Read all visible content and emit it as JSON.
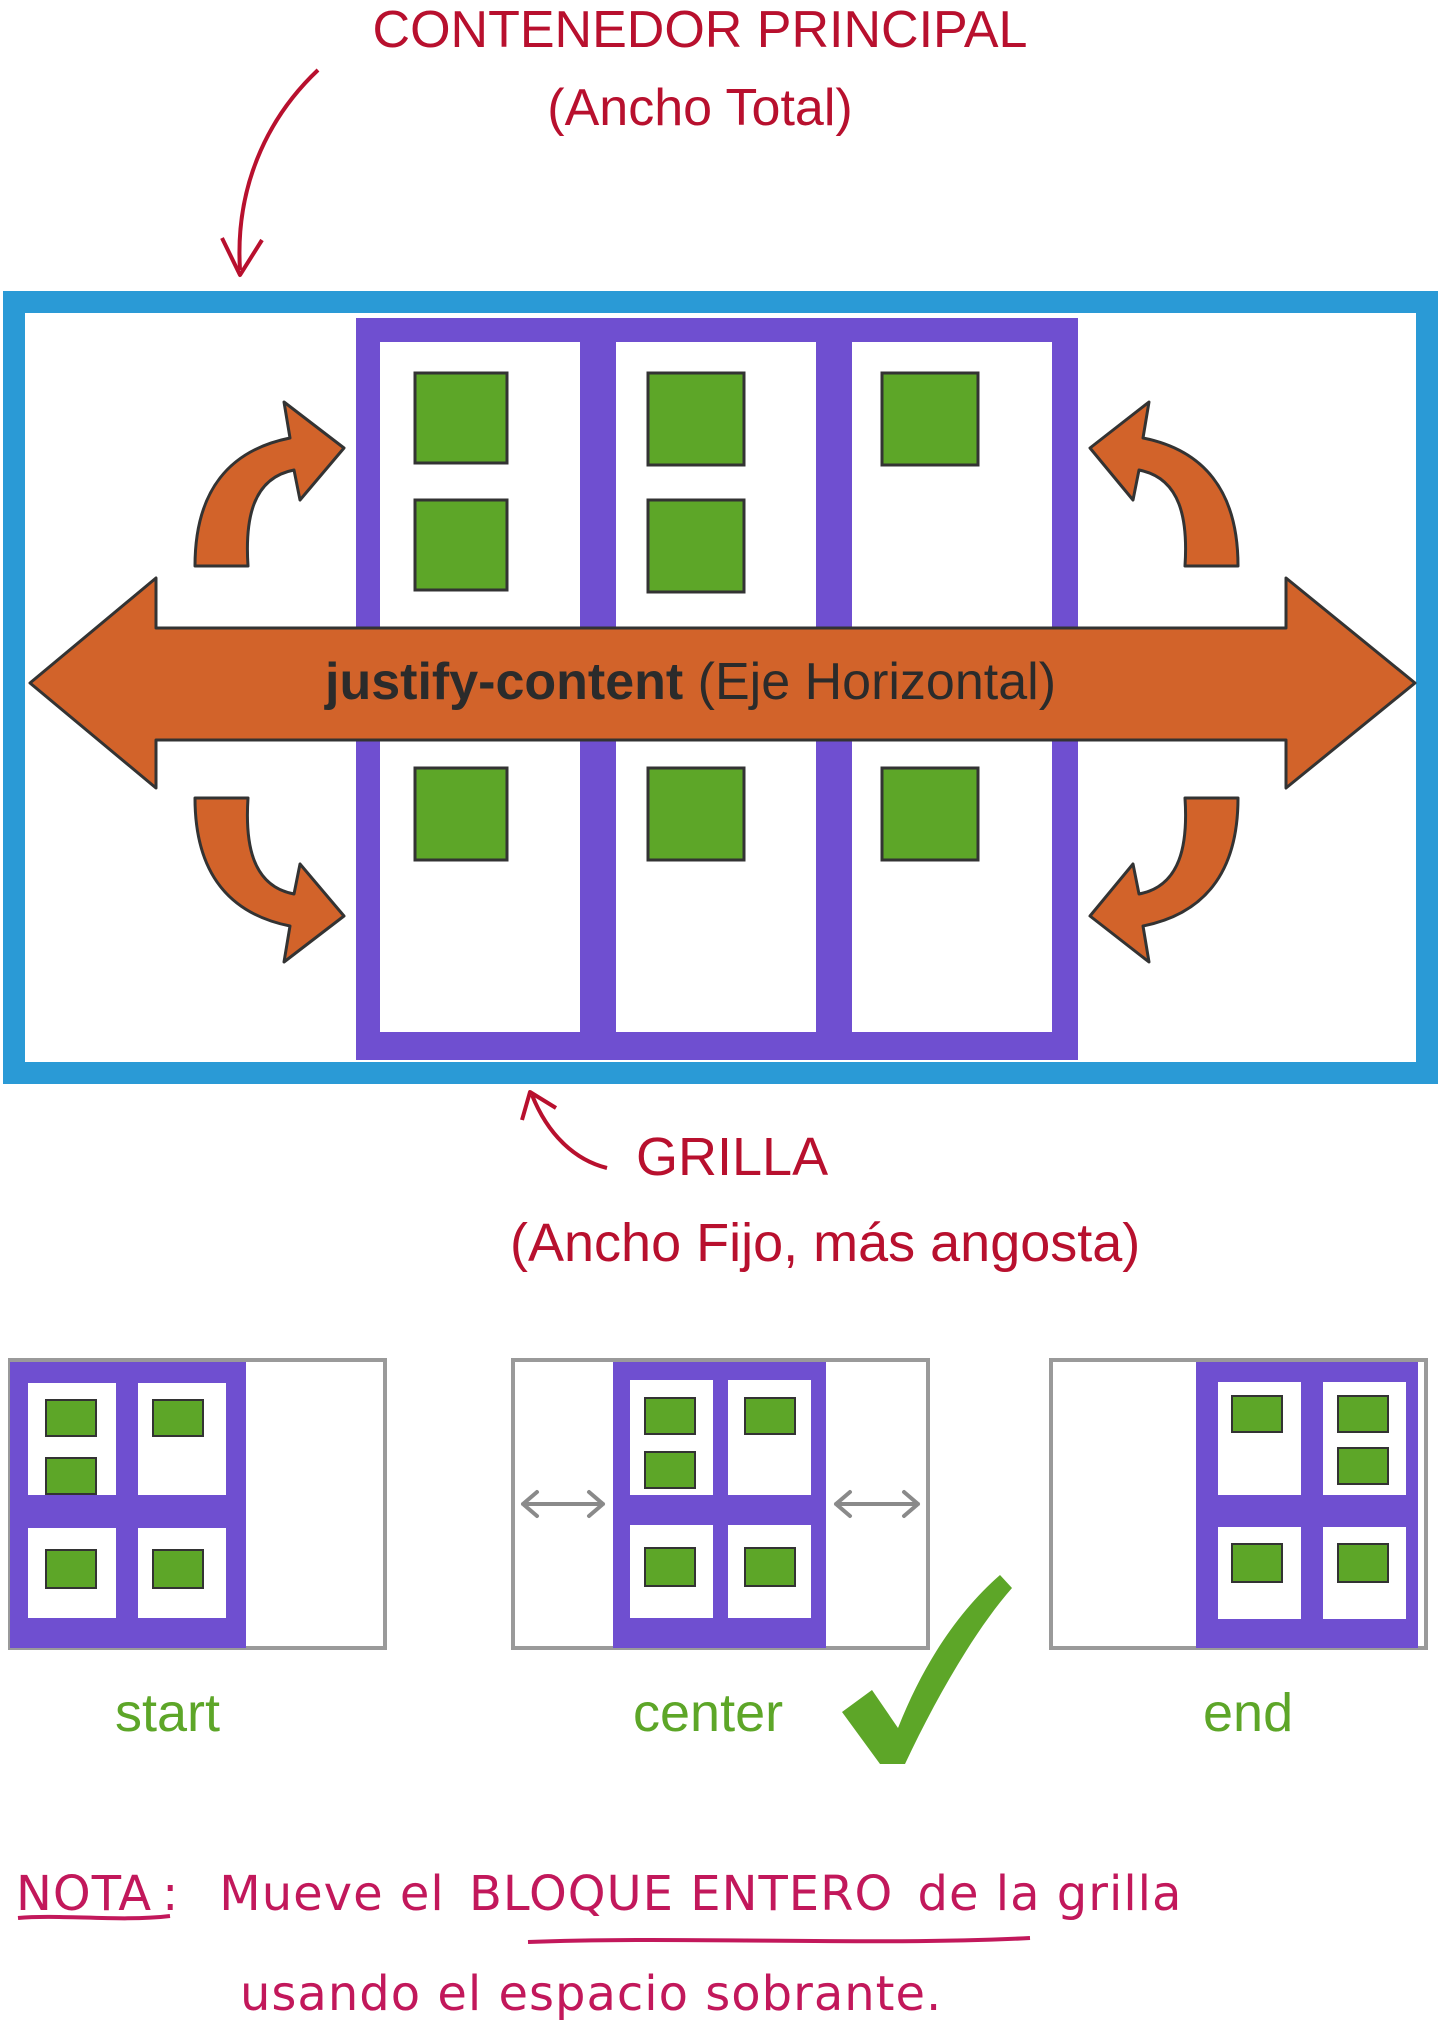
{
  "labels": {
    "container_line1": "CONTENEDOR PRINCIPAL",
    "container_line2": "(Ancho Total)",
    "axis_bold": "justify-content",
    "axis_rest": "(Eje Horizontal)",
    "grid_line1": "GRILLA",
    "grid_line2": "(Ancho Fijo, más angosta)"
  },
  "examples": [
    {
      "label": "start"
    },
    {
      "label": "center"
    },
    {
      "label": "end"
    }
  ],
  "note": {
    "prefix": "NOTA",
    "colon": ":",
    "text_a": "Mueve el",
    "emphasis": "BLOQUE ENTERO",
    "text_b": "de la grilla",
    "line2": "usando el espacio sobrante."
  },
  "colors": {
    "container": "#2a9ad6",
    "grid": "#6f4fd0",
    "item": "#5da628",
    "arrow": "#d2632a",
    "annotation": "#b8102e",
    "note": "#c2185b",
    "check": "#5da628"
  }
}
